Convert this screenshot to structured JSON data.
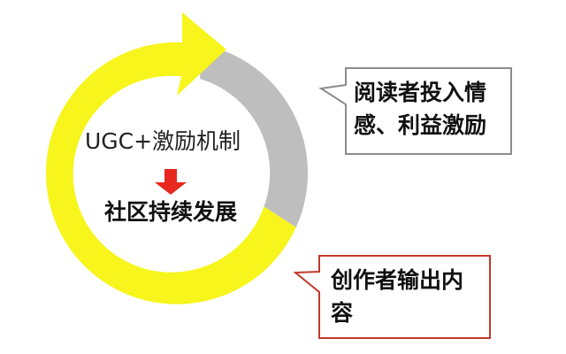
{
  "center": {
    "top_text": "UGC+激励机制",
    "bottom_text": "社区持续发展"
  },
  "callout_reader": {
    "line1": "阅读者投入情",
    "line2": "感、利益激励"
  },
  "callout_creator": {
    "line1": "创作者输出内",
    "line2": "容"
  },
  "colors": {
    "ring_yellow": "#F7F51C",
    "ring_gray": "#BEBEBE",
    "center_arrow_red": "#E8271E",
    "reader_callout_border": "#8C8C8C",
    "creator_callout_border": "#C0392B"
  },
  "icons": {
    "cycle_arrow": "cycle-arrow-icon",
    "center_arrow": "down-arrow-icon"
  }
}
